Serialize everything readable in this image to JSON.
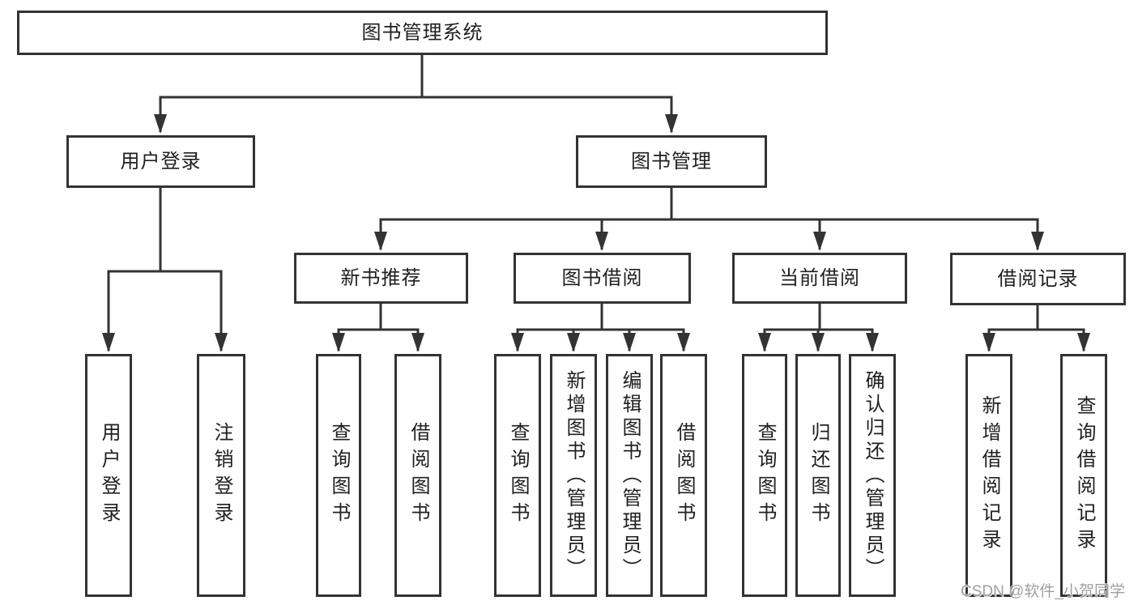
{
  "tree": {
    "root": {
      "label": "图书管理系统",
      "children": [
        {
          "label": "用户登录",
          "children": [
            {
              "label": "用户登录"
            },
            {
              "label": "注销登录"
            }
          ]
        },
        {
          "label": "图书管理",
          "children": [
            {
              "label": "新书推荐",
              "children": [
                {
                  "label": "查询图书"
                },
                {
                  "label": "借阅图书"
                }
              ]
            },
            {
              "label": "图书借阅",
              "children": [
                {
                  "label": "查询图书"
                },
                {
                  "label": "新增图书（管理员）"
                },
                {
                  "label": "编辑图书（管理员）"
                },
                {
                  "label": "借阅图书"
                }
              ]
            },
            {
              "label": "当前借阅",
              "children": [
                {
                  "label": "查询图书"
                },
                {
                  "label": "归还图书"
                },
                {
                  "label": "确认归还（管理员）"
                }
              ]
            },
            {
              "label": "借阅记录",
              "children": [
                {
                  "label": "新增借阅记录"
                },
                {
                  "label": "查询借阅记录"
                }
              ]
            }
          ]
        }
      ]
    }
  },
  "watermark": "CSDN @软件_小贺同学",
  "colors": {
    "line": "#333333",
    "text": "#1f1f1f",
    "box_fill": "#ffffff",
    "watermark": "#9f9f9f"
  }
}
